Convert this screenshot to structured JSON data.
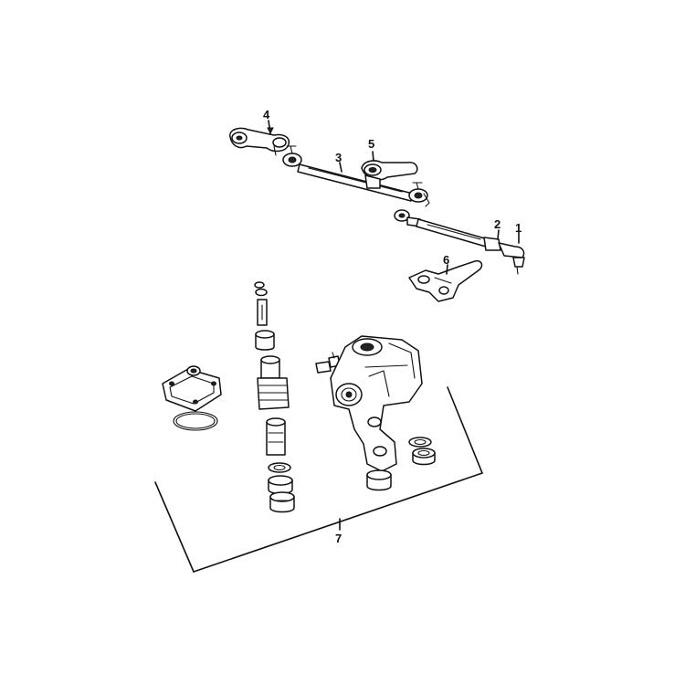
{
  "callouts": [
    "1",
    "2",
    "3",
    "4",
    "5",
    "6",
    "7"
  ],
  "colors": {
    "line": "#111111",
    "background": "#ffffff"
  }
}
